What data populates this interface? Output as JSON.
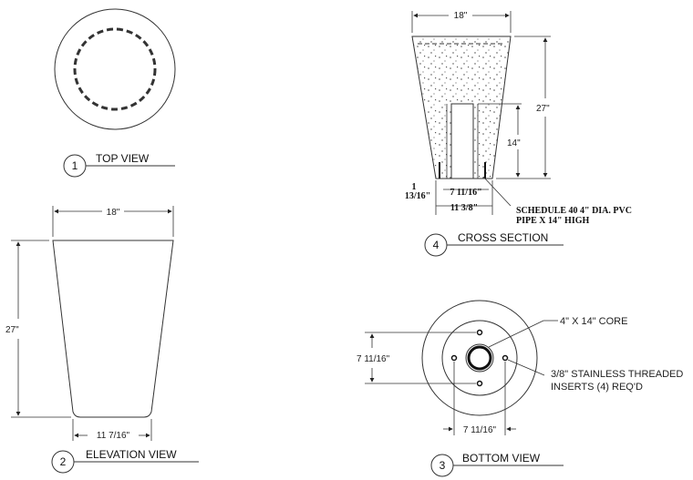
{
  "views": {
    "top": {
      "number": "1",
      "title": "TOP VIEW"
    },
    "elevation": {
      "number": "2",
      "title": "ELEVATION VIEW",
      "top_width": "18\"",
      "height": "27\"",
      "bottom_width": "11 7/16\""
    },
    "bottom": {
      "number": "3",
      "title": "BOTTOM VIEW",
      "vertical_dim": "7 11/16\"",
      "horizontal_dim": "7 11/16\"",
      "core_note": "4\" X 14\" CORE",
      "insert_note_1": "3/8\" STAINLESS THREADED",
      "insert_note_2": "INSERTS (4) REQ'D"
    },
    "cross": {
      "number": "4",
      "title": "CROSS SECTION",
      "top_width": "18\"",
      "height": "27\"",
      "pipe_height": "14\"",
      "left_offset_1": "1",
      "left_offset_2": "13/16\"",
      "inner_width": "7 11/16\"",
      "base_width": "11 3/8\"",
      "pipe_note_1": "SCHEDULE 40 4\" DIA. PVC",
      "pipe_note_2": "PIPE X 14\" HIGH"
    }
  }
}
